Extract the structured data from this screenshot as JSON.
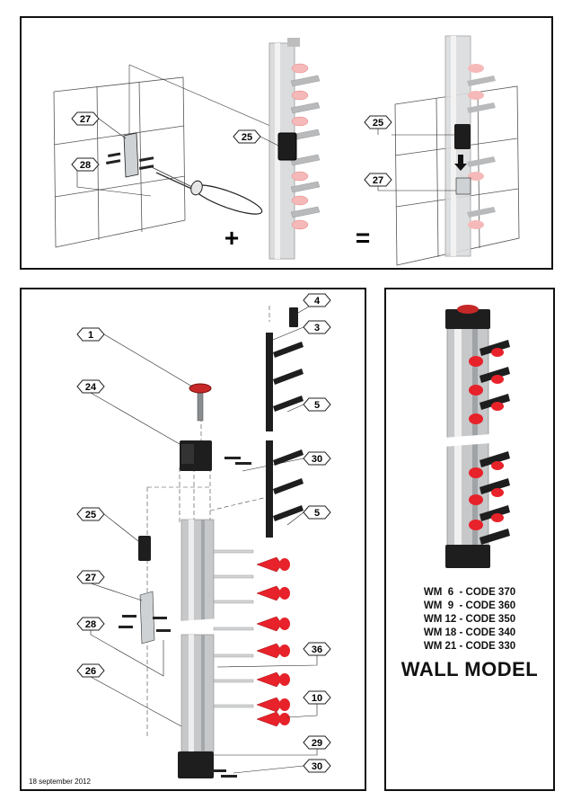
{
  "top_panel": {
    "labels": {
      "screw": "27",
      "plug": "28",
      "block_left": "25",
      "block_right": "25",
      "bracket_right": "27"
    },
    "plus_sign": "+",
    "equals_sign": "="
  },
  "main_panel": {
    "callouts": {
      "c1": "1",
      "c24": "24",
      "c25": "25",
      "c27": "27",
      "c28": "28",
      "c26": "26",
      "c4": "4",
      "c3": "3",
      "c5a": "5",
      "c30a": "30",
      "c5b": "5",
      "c36": "36",
      "c10": "10",
      "c29": "29",
      "c30b": "30"
    },
    "date": "18 september 2012"
  },
  "side_panel": {
    "codes": [
      "WM  6  - CODE 370",
      "WM  9  - CODE 360",
      "WM 12 - CODE 350",
      "WM 18 - CODE 340",
      "WM 21 - CODE 330"
    ],
    "title": "WALL MODEL"
  },
  "colors": {
    "red": "#e8222a",
    "pink": "#f4a8a8",
    "gray": "#b9bcbf",
    "dark": "#1a1a1a"
  }
}
